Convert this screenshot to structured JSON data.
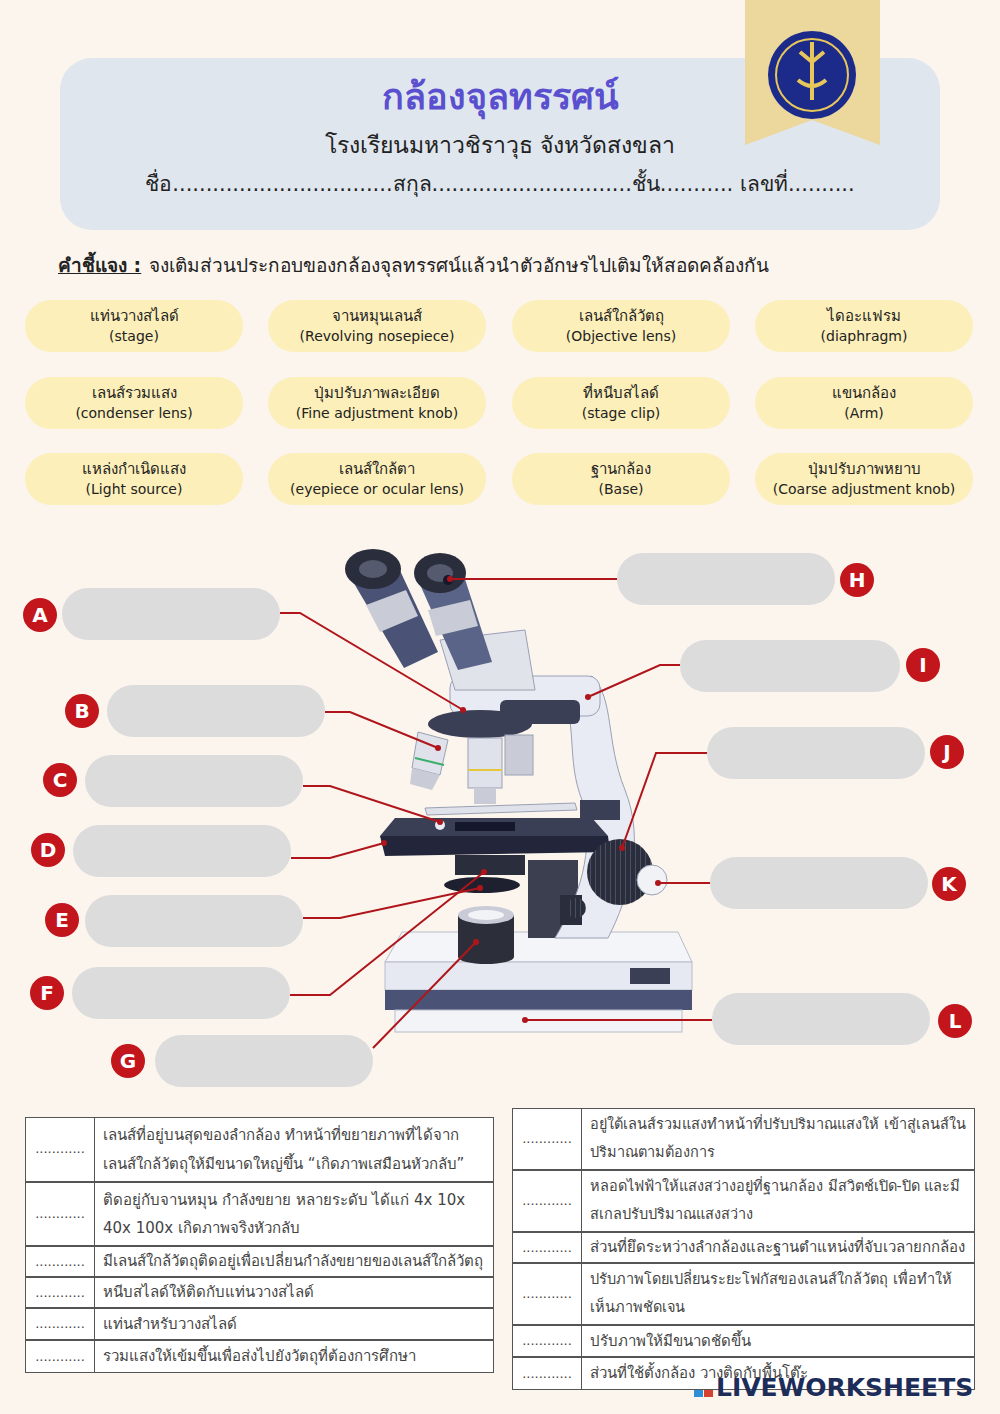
{
  "diagram": {
    "title": "กล้องจุลทรรศน์",
    "nodes": [
      {
        "text": [
          "โรงเรียนมหาวชิราวุธ จังหวัดสงขลา",
          "ชื่อ.................................สกุล..............................ชั้น........... เลขที่.........."
        ]
      },
      {
        "text": [
          "แท่นวางสไลด์",
          "(stage)"
        ]
      },
      {
        "text": [
          "จานหมุนเลนส์",
          "(Revolving nosepiece)"
        ]
      },
      {
        "text": [
          "เลนส์ใกล้วัตถุ",
          "(Objective lens)"
        ]
      },
      {
        "text": [
          "ไดอะแฟรม",
          "(diaphragm)"
        ]
      },
      {
        "text": [
          "เลนส์รวมแสง",
          "(condenser lens)"
        ]
      },
      {
        "text": [
          "ปุ่มปรับภาพละเอียด",
          "(Fine adjustment knob)"
        ]
      },
      {
        "text": [
          "ที่หนีบสไลด์",
          "(stage clip)"
        ]
      },
      {
        "text": [
          "แขนกล้อง",
          "(Arm)"
        ]
      },
      {
        "text": [
          "แหล่งกำเนิดแสง",
          "(Light source)"
        ]
      },
      {
        "text": [
          "เลนส์ใกล้ตา",
          "(eyepiece or ocular lens)"
        ]
      },
      {
        "text": [
          "ฐานกล้อง",
          "(Base)"
        ]
      },
      {
        "text": [
          "ปุ่มปรับภาพหยาบ",
          "(Coarse adjustment knob)"
        ]
      },
      {
        "text": [
          "A"
        ]
      },
      {
        "text": [
          "B"
        ]
      },
      {
        "text": [
          "C"
        ]
      },
      {
        "text": [
          "D"
        ]
      },
      {
        "text": [
          "E"
        ]
      },
      {
        "text": [
          "F"
        ]
      },
      {
        "text": [
          "G"
        ]
      },
      {
        "text": [
          "H"
        ]
      },
      {
        "text": [
          "I"
        ]
      },
      {
        "text": [
          "J"
        ]
      },
      {
        "text": [
          "K"
        ]
      },
      {
        "text": [
          "L"
        ]
      }
    ],
    "labels": [
      "คำชี้แจง :",
      "จงเติมส่วนประกอบของกล้องจุลทรรศน์แล้วนำตัวอักษรไปเติมให้สอดคล้องกัน",
      "............",
      "เลนส์ที่อยู่บนสุดของลำกล้อง ทำหน้าที่ขยายภาพที่ได้จาก เลนส์ใกล้วัตถุให้มีขนาดใหญ่ขึ้น “เกิดภาพเสมือนหัวกลับ”",
      "............",
      "ติดอยู่กับจานหมุน กำลังขยาย หลายระดับ ได้แก่ 4x 10x 40x 100x เกิดภาพจริงหัวกลับ",
      "............",
      "มีเลนส์ใกล้วัตถุติดอยู่เพื่อเปลี่ยนกำลังขยายของเลนส์ใกล้วัตถุ",
      "............",
      "หนีบสไลด์ให้ติดกับแท่นวางสไลด์",
      "............",
      "แท่นสำหรับวางสไลด์",
      "............",
      "รวมแสงให้เข้มขึ้นเพื่อส่งไปยังวัตถุที่ต้องการศึกษา",
      "............",
      "อยู่ใต้เลนส์รวมแสงทำหน้าที่ปรับปริมาณแสงให้ เข้าสู่เลนส์ในปริมาณตามต้องการ",
      "............",
      "หลอดไฟฟ้าให้แสงสว่างอยู่ที่ฐานกล้อง มีสวิตช์เปิด-ปิด และมีสเกลปรับปริมาณแสงสว่าง",
      "............",
      "ส่วนที่ยึดระหว่างลำกล้องและฐานตำแหน่งที่จับเวลายกกล้อง",
      "............",
      "ปรับภาพโดยเปลี่ยนระยะโฟกัสของเลนส์ใกล้วัตถุ เพื่อทำให้เห็นภาพชัดเจน",
      "............",
      "ปรับภาพให้มีขนาดชัดขึ้น",
      "............",
      "ส่วนที่ใช้ตั้งกล้อง วางติดกับพื้นโต๊ะ",
      "LIVEWORKSHEETS"
    ]
  }
}
